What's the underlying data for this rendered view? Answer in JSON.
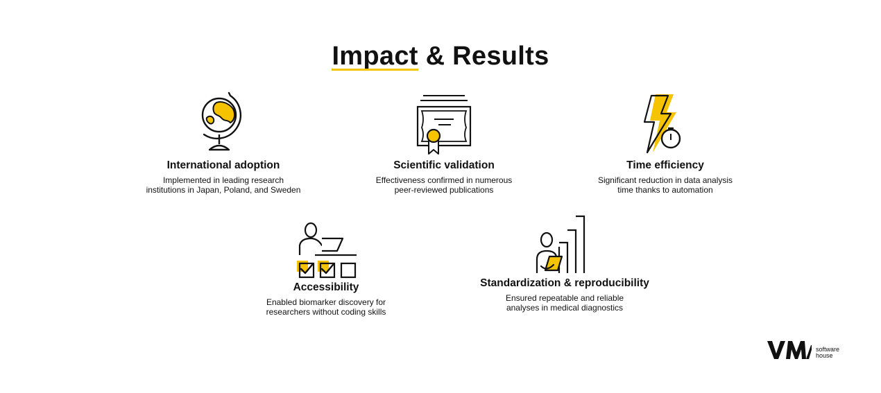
{
  "title": {
    "highlight": "Impact",
    "rest": "& Results"
  },
  "colors": {
    "accent": "#f5c300",
    "ink": "#111111",
    "background": "#ffffff"
  },
  "cards": [
    {
      "icon": "globe-icon",
      "title": "International adoption",
      "line1": "Implemented in leading research",
      "line2": "institutions in Japan, Poland, and Sweden"
    },
    {
      "icon": "certificate-icon",
      "title": "Scientific validation",
      "line1": "Effectiveness confirmed in numerous",
      "line2": "peer-reviewed publications"
    },
    {
      "icon": "lightning-stopwatch-icon",
      "title": "Time efficiency",
      "line1": "Significant reduction in data analysis",
      "line2": "time thanks to automation"
    },
    {
      "icon": "person-laptop-checkboxes-icon",
      "title": "Accessibility",
      "line1": "Enabled biomarker discovery for",
      "line2": "researchers without coding skills"
    },
    {
      "icon": "person-bar-chart-icon",
      "title": "Standardization & reproducibility",
      "line1": "Ensured repeatable and reliable",
      "line2": "analyses in medical diagnostics"
    }
  ],
  "logo": {
    "mark": "VM",
    "line1": "software",
    "line2": "house"
  }
}
